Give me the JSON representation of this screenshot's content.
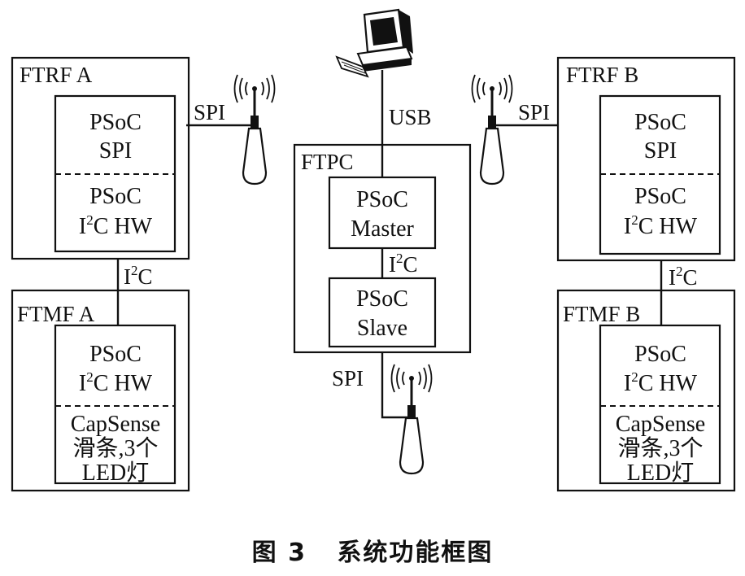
{
  "modules": {
    "ftrf_a": {
      "title": "FTRF A",
      "top_line1": "PSoC",
      "top_line2": "SPI",
      "bottom_line1": "PSoC",
      "i2c_i": "I",
      "i2c_sup": "2",
      "i2c_rest": "C HW"
    },
    "ftrf_b": {
      "title": "FTRF B",
      "top_line1": "PSoC",
      "top_line2": "SPI",
      "bottom_line1": "PSoC",
      "i2c_i": "I",
      "i2c_sup": "2",
      "i2c_rest": "C HW"
    },
    "ftmf_a": {
      "title": "FTMF A",
      "top_line1": "PSoC",
      "i2c_i": "I",
      "i2c_sup": "2",
      "i2c_rest": "C HW",
      "bottom_line1": "CapSense",
      "bottom_line2": "滑条,3个",
      "bottom_line3": "LED灯"
    },
    "ftmf_b": {
      "title": "FTMF B",
      "top_line1": "PSoC",
      "i2c_i": "I",
      "i2c_sup": "2",
      "i2c_rest": "C HW",
      "bottom_line1": "CapSense",
      "bottom_line2": "滑条,3个",
      "bottom_line3": "LED灯"
    },
    "ftpc": {
      "title": "FTPC",
      "master_line1": "PSoC",
      "master_line2": "Master",
      "slave_line1": "PSoC",
      "slave_line2": "Slave"
    }
  },
  "links": {
    "spi_left": "SPI",
    "spi_right": "SPI",
    "spi_bottom": "SPI",
    "usb": "USB",
    "i2c_left_i": "I",
    "i2c_left_sup": "2",
    "i2c_left_c": "C",
    "i2c_right_i": "I",
    "i2c_right_sup": "2",
    "i2c_right_c": "C",
    "i2c_center_i": "I",
    "i2c_center_sup": "2",
    "i2c_center_c": "C"
  },
  "caption": "图 3   系统功能框图",
  "icons": [
    "computer-icon",
    "antenna-icon"
  ]
}
